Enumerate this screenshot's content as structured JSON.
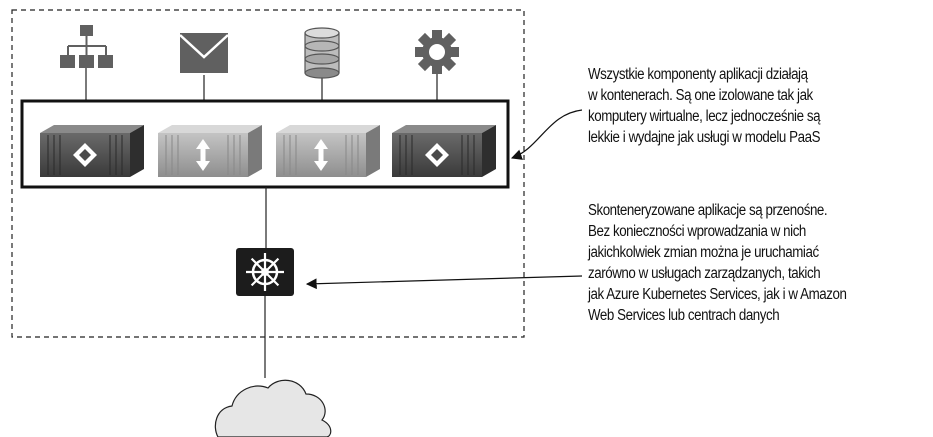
{
  "annotations": {
    "containers": [
      "Wszystkie komponenty aplikacji działają",
      "w kontenerach. Są one izolowane tak jak",
      "komputery wirtualne, lecz jednocześnie są",
      "lekkie i wydajne jak usługi w modelu PaaS"
    ],
    "portable": [
      "Skonteneryzowane aplikacje są przenośne.",
      "Bez konieczności wprowadzania w nich",
      "jakichkolwiek zmian można je uruchamiać",
      "zarówno w usługach zarządzanych, takich",
      "jak Azure Kubernetes Services, jak i w Amazon",
      "Web Services lub centrach danych"
    ]
  },
  "colors": {
    "icon_gray": "#606060",
    "container_dark": "#4a4a4a",
    "container_light": "#a8a8a8",
    "frame": "#111111",
    "cloud_fill": "#e6e6e6"
  },
  "icons": [
    "sitemap-icon",
    "envelope-icon",
    "database-icon",
    "gear-icon",
    "helm-wheel-icon",
    "cloud-icon"
  ]
}
